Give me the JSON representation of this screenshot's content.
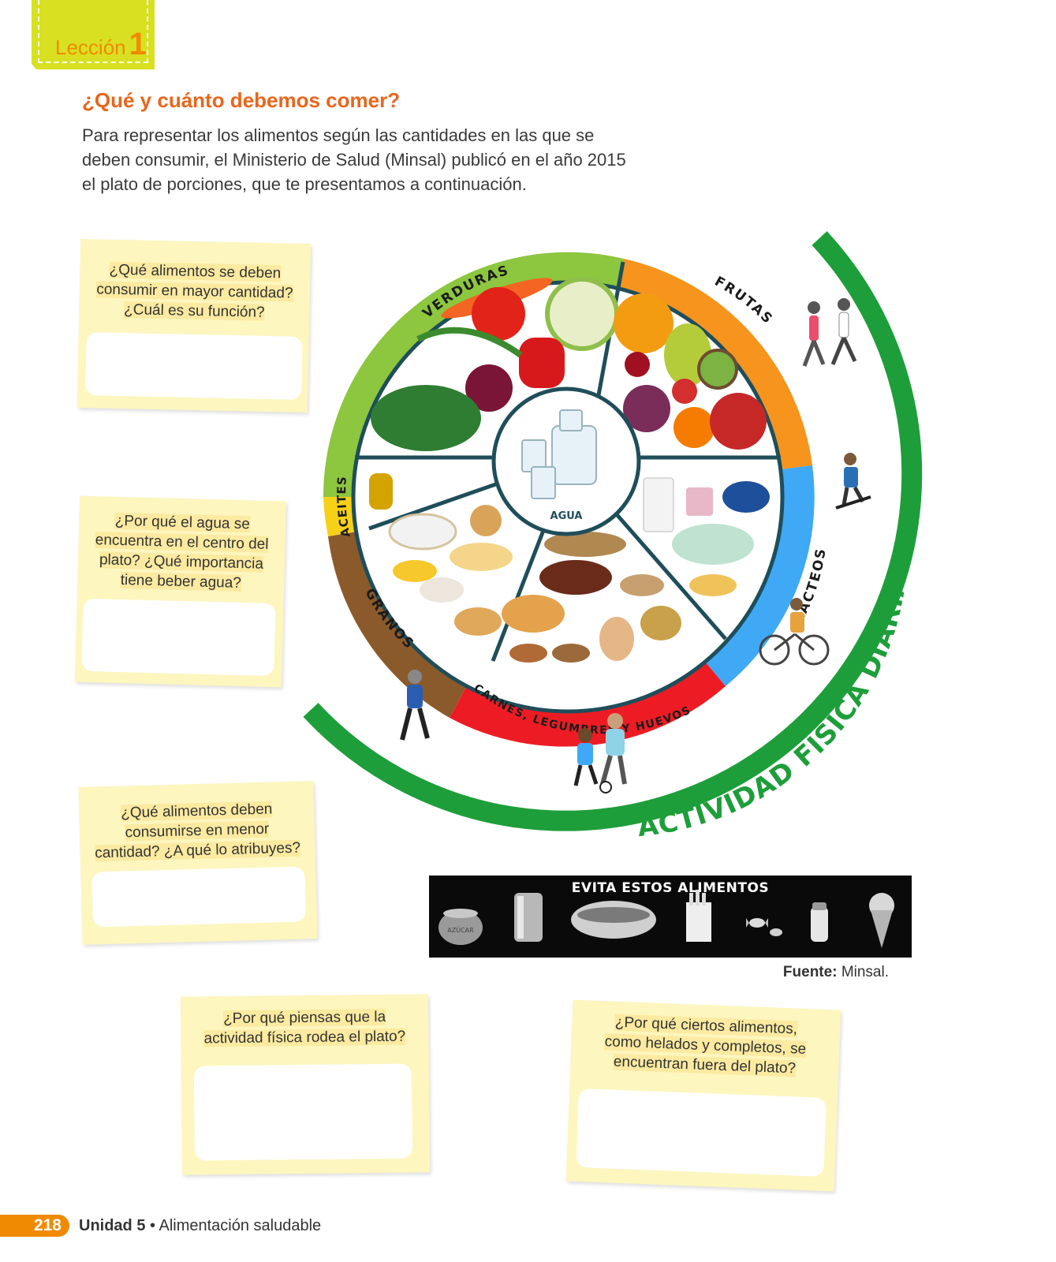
{
  "lesson": {
    "label": "Lección",
    "number": "1"
  },
  "section": {
    "title": "¿Qué y cuánto debemos comer?",
    "intro": "Para representar los alimentos según las cantidades en las que se deben consumir, el Ministerio de Salud (Minsal) publicó en el año 2015 el plato de porciones, que te presentamos a continuación."
  },
  "questions": [
    {
      "lines": [
        "¿Qué alimentos se deben",
        "consumir en mayor cantidad?",
        "¿Cuál es su función?"
      ]
    },
    {
      "lines": [
        "¿Por qué el agua se",
        "encuentra en el centro del",
        "plato? ¿Qué importancia",
        "tiene beber agua?"
      ]
    },
    {
      "lines": [
        "¿Qué alimentos deben",
        "consumirse en menor",
        "cantidad? ¿A qué lo atribuyes?"
      ]
    },
    {
      "lines": [
        "¿Por qué piensas que la",
        "actividad física rodea el plato?"
      ]
    },
    {
      "lines": [
        "¿Por qué ciertos alimentos,",
        "como helados y completos, se",
        "encuentran fuera del plato?"
      ]
    }
  ],
  "plate": {
    "segments": {
      "verduras": "VERDURAS",
      "frutas": "FRUTAS",
      "lacteos": "LÁCTEOS",
      "carnes": "CARNES, LEGUMBRES Y HUEVOS",
      "granos": "GRANOS",
      "aceites": "ACEITES"
    },
    "center": "AGUA",
    "activity_ring": "ACTIVIDAD FÍSICA DIARIA",
    "colors": {
      "verduras": "#8dc63f",
      "frutas": "#f7941d",
      "lacteos": "#3fa9f5",
      "carnes": "#ed1c24",
      "granos": "#8b5a2b",
      "aceites": "#f7d117",
      "activity": "#1e9e3a",
      "inner_line": "#1f4e5a"
    }
  },
  "avoid": {
    "title": "EVITA ESTOS ALIMENTOS",
    "sugar_bowl_label": "AZÚCAR",
    "items": [
      "sugar-bowl-icon",
      "soda-can-icon",
      "hot-dog-icon",
      "fries-icon",
      "candy-icon",
      "salt-shaker-icon",
      "ice-cream-icon"
    ]
  },
  "source": {
    "label": "Fuente:",
    "value": "Minsal."
  },
  "footer": {
    "page": "218",
    "unit": "Unidad 5",
    "separator": "•",
    "topic": "Alimentación saludable"
  }
}
